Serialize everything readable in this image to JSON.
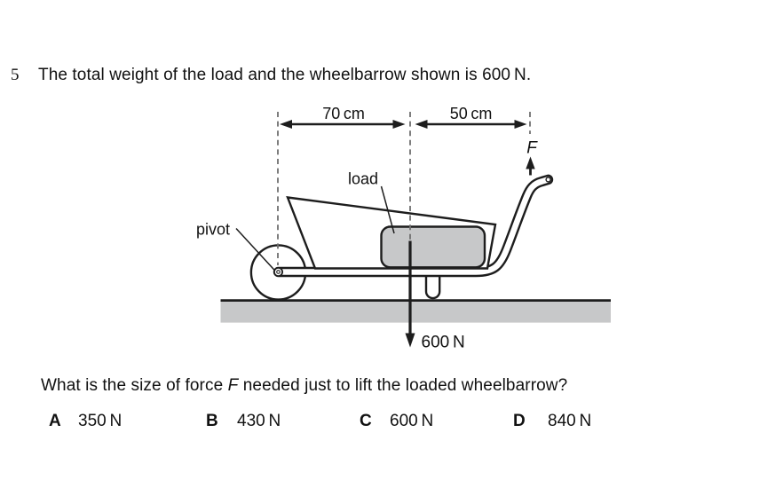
{
  "question": {
    "number": "5",
    "stem": "The total weight of the load and the wheelbarrow shown is 600 N.",
    "prompt_before_f": "What is the size of force ",
    "prompt_f": "F",
    "prompt_after_f": " needed just to lift the loaded wheelbarrow?"
  },
  "diagram": {
    "dim_left_label": "70 cm",
    "dim_right_label": "50 cm",
    "force_label": "F",
    "load_label": "load",
    "pivot_label": "pivot",
    "weight_label": "600 N",
    "colors": {
      "stroke": "#1d1d1d",
      "fill_gray": "#c7c8c9",
      "dash_gray": "#6f6f6f"
    }
  },
  "options": [
    {
      "letter": "A",
      "value": "350 N"
    },
    {
      "letter": "B",
      "value": "430 N"
    },
    {
      "letter": "C",
      "value": "600 N"
    },
    {
      "letter": "D",
      "value": "840 N"
    }
  ]
}
